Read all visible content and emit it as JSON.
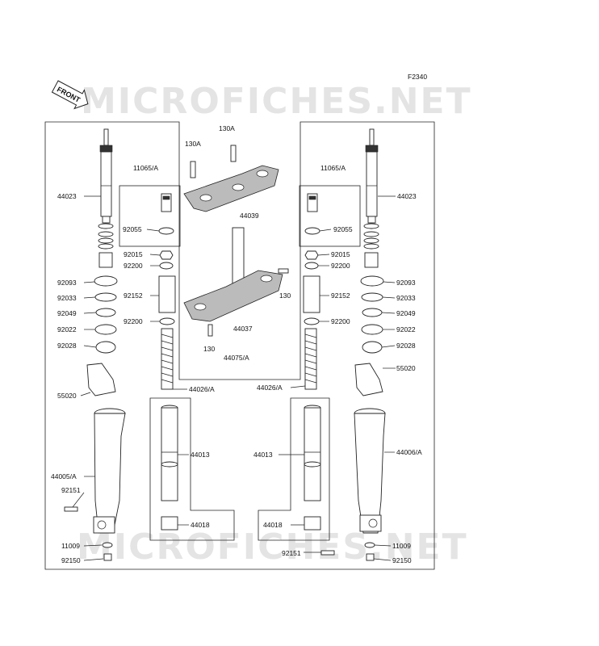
{
  "diagram_code": "F2340",
  "front_badge": "FRONT",
  "watermark": "MICROFICHES.NET",
  "labels": {
    "l44023": "44023",
    "r44023": "44023",
    "l11065": "11065/A",
    "r11065": "11065/A",
    "l92055": "92055",
    "r92055": "92055",
    "l92015": "92015",
    "r92015": "92015",
    "l92200a": "92200",
    "r92200a": "92200",
    "l92093": "92093",
    "r92093": "92093",
    "l92033": "92033",
    "r92033": "92033",
    "l92049": "92049",
    "r92049": "92049",
    "l92022": "92022",
    "r92022": "92022",
    "l92028": "92028",
    "r92028": "92028",
    "l92152": "92152",
    "r92152": "92152",
    "l92200b": "92200",
    "r92200b": "92200",
    "l55020": "55020",
    "r55020": "55020",
    "l44026": "44026/A",
    "r44026": "44026/A",
    "c44075": "44075/A",
    "c44039": "44039",
    "c44037": "44037",
    "c130a1": "130A",
    "c130a2": "130A",
    "c130b": "130",
    "c130c": "130",
    "l44005": "44005/A",
    "r44006": "44006/A",
    "l92151": "92151",
    "r92151": "92151",
    "l44013": "44013",
    "r44013": "44013",
    "l44018": "44018",
    "r44018": "44018",
    "l11009": "11009",
    "r11009": "11009",
    "l92150": "92150",
    "r92150": "92150"
  }
}
